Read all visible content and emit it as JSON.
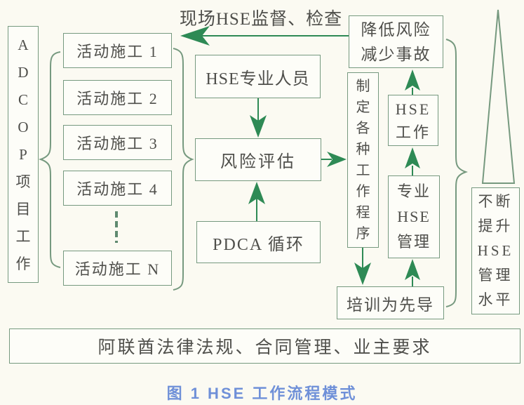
{
  "colors": {
    "background": "#fbfaf2",
    "box_border": "#76997f",
    "box_fill": "#fdfdf8",
    "text": "#4f4f4b",
    "arrow": "#2e8a55",
    "caption": "#6f90d8"
  },
  "diagram": {
    "adcop_project": "A\nD\nC\nO\nP\n项\n目\n工\n作",
    "activities": [
      "活动施工 1",
      "活动施工 2",
      "活动施工 3",
      "活动施工 4",
      "活动施工 N"
    ],
    "supervision_label": "现场HSE监督、检查",
    "hse_staff": "HSE专业人员",
    "risk_assessment": "风险评估",
    "pdca_cycle": "PDCA 循环",
    "procedures": "制\n定\n各\n种\n工\n作\n程\n序",
    "reduce_risk": "降低风险\n减少事故",
    "hse_work": "HSE\n工作",
    "professional_hse": "专业\nHSE\n管理",
    "training_first": "培训为先导",
    "continuous_improvement": "不断\n提升\nHSE\n管理\n水平",
    "foundation": "阿联酋法律法规、合同管理、业主要求"
  },
  "caption": "图 1  HSE 工作流程模式"
}
